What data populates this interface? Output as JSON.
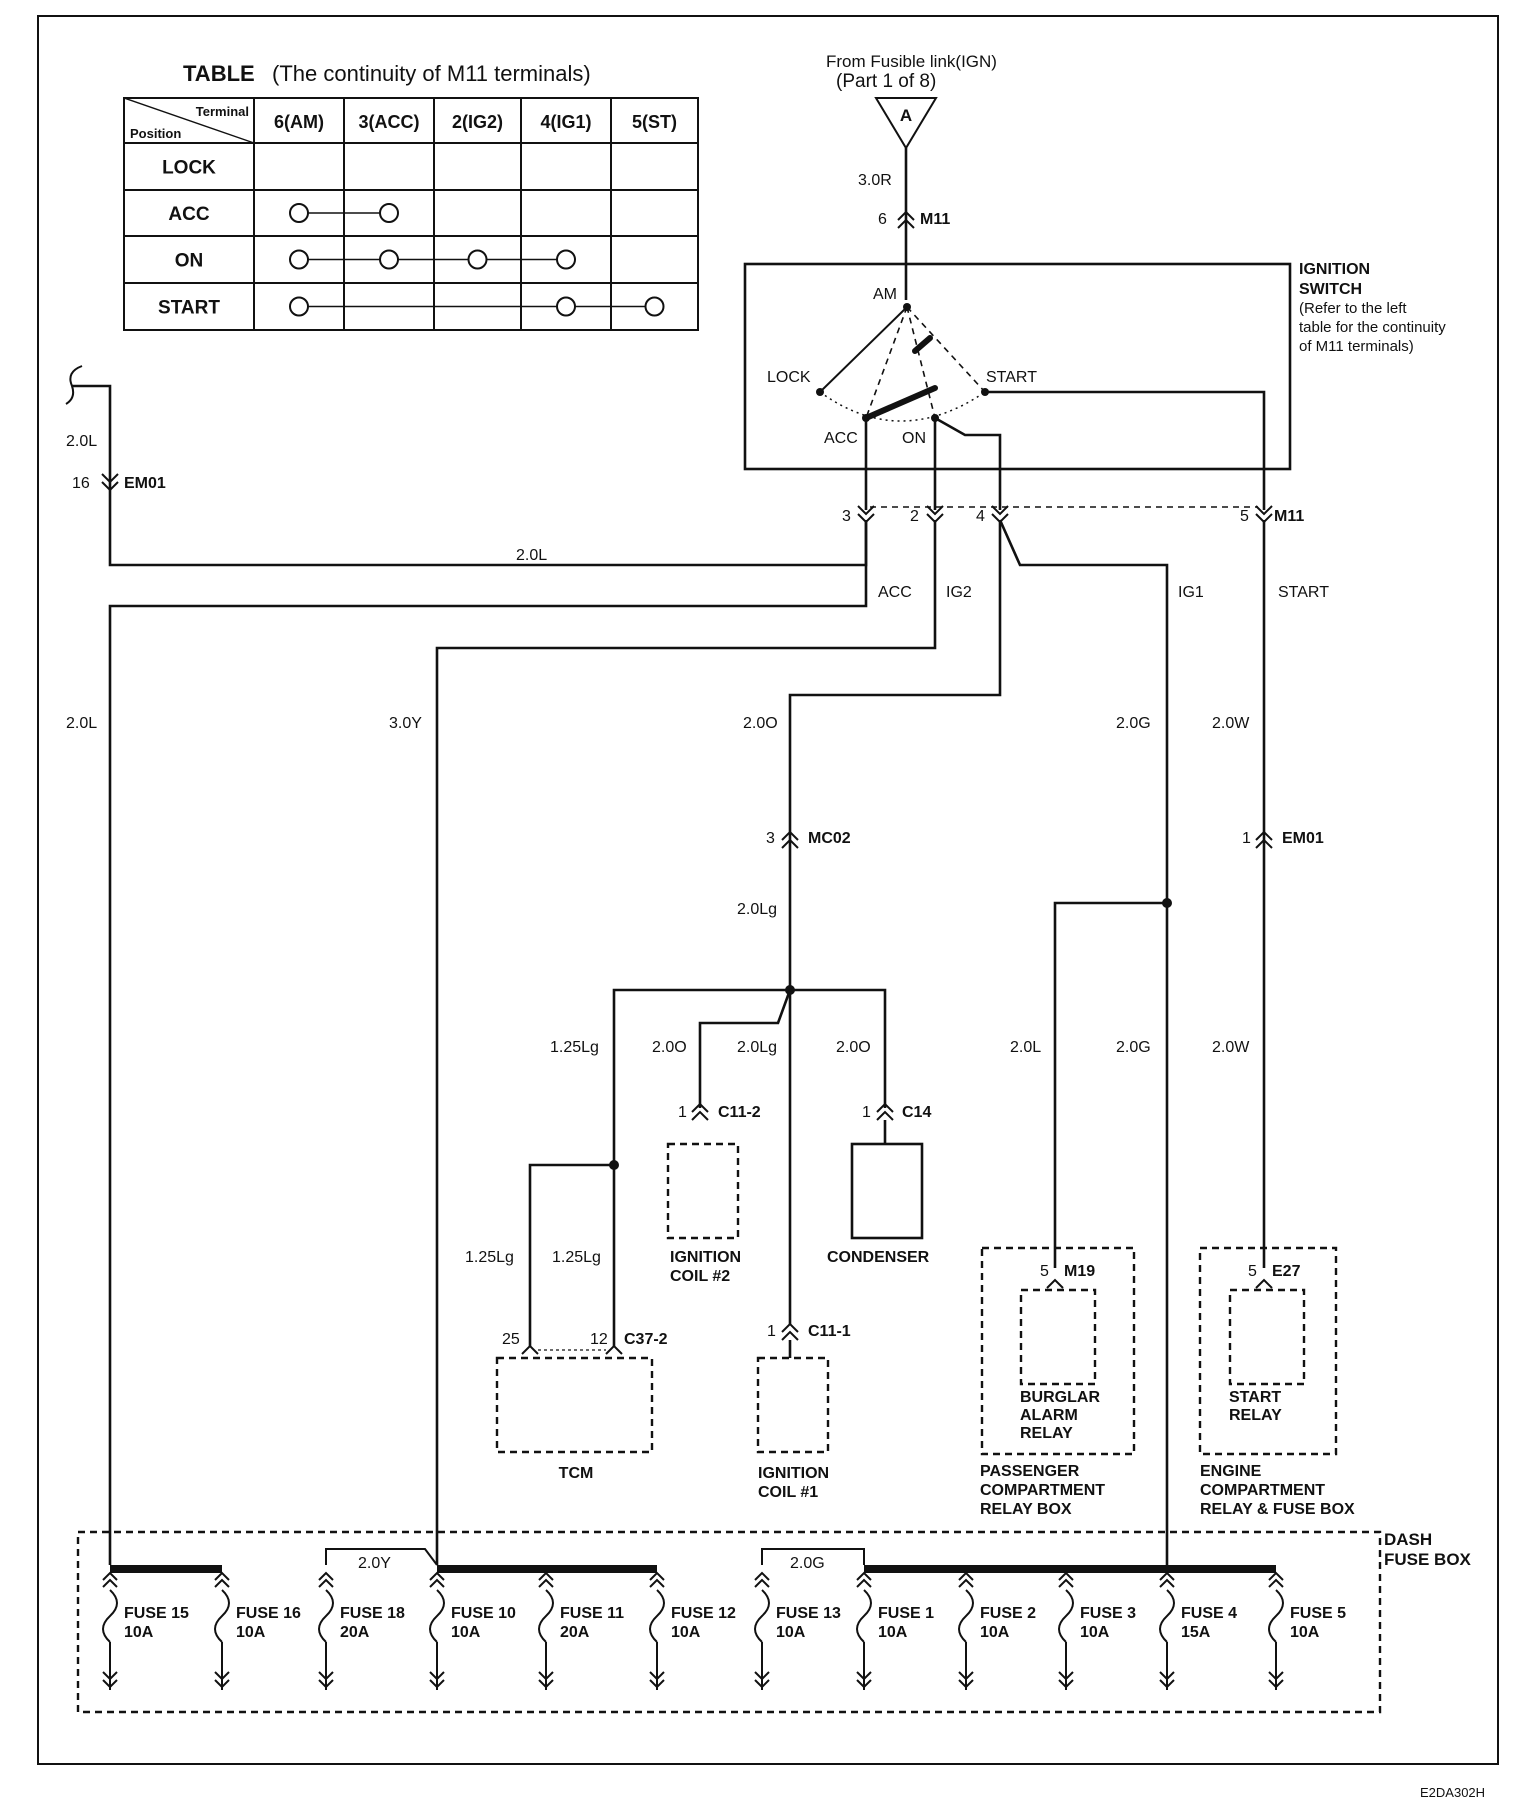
{
  "table": {
    "title": "TABLE",
    "title_sub": "(The continuity of M11 terminals)",
    "corner_top": "Terminal",
    "corner_bottom": "Position",
    "columns": [
      "6(AM)",
      "3(ACC)",
      "2(IG2)",
      "4(IG1)",
      "5(ST)"
    ],
    "rows": [
      {
        "label": "LOCK",
        "on": []
      },
      {
        "label": "ACC",
        "on": [
          0,
          1
        ]
      },
      {
        "label": "ON",
        "on": [
          0,
          1,
          2,
          3
        ]
      },
      {
        "label": "START",
        "on": [
          0,
          3,
          4
        ]
      }
    ]
  },
  "source": {
    "line1": "From Fusible link(IGN)",
    "line2": "(Part 1  of 8)",
    "marker": "A"
  },
  "switch": {
    "name_l1": "IGNITION",
    "name_l2": "SWITCH",
    "note_l1": "(Refer to the left",
    "note_l2": "table for the continuity",
    "note_l3": "of M11 terminals)",
    "am": "AM",
    "lock": "LOCK",
    "acc": "ACC",
    "on": "ON",
    "start": "START"
  },
  "wires": {
    "w_30r": "3.0R",
    "w_20l_left": "2.0L",
    "w_20l_mid": "2.0L",
    "w_20l_down": "2.0L",
    "w_30y": "3.0Y",
    "w_20o": "2.0O",
    "w_20lg": "2.0Lg",
    "w_20g": "2.0G",
    "w_20w": "2.0W",
    "w_125lg_a": "1.25Lg",
    "w_20o_b": "2.0O",
    "w_20lg_b": "2.0Lg",
    "w_20o_c": "2.0O",
    "w_20l_b": "2.0L",
    "w_20g_b": "2.0G",
    "w_20w_b": "2.0W",
    "w_125lg_b": "1.25Lg",
    "w_125lg_c": "1.25Lg",
    "w_20y_bus": "2.0Y",
    "w_20g_bus": "2.0G"
  },
  "signals": {
    "acc": "ACC",
    "ig2": "IG2",
    "ig1": "IG1",
    "start": "START"
  },
  "connectors": {
    "m11_top": {
      "pin": "6",
      "name": "M11"
    },
    "em01_left": {
      "pin": "16",
      "name": "EM01"
    },
    "m11_3": "3",
    "m11_2": "2",
    "m11_4": "4",
    "m11_5": {
      "pin": "5",
      "name": "M11"
    },
    "mc02": {
      "pin": "3",
      "name": "MC02"
    },
    "em01_right": {
      "pin": "1",
      "name": "EM01"
    },
    "c11_2": {
      "pin": "1",
      "name": "C11-2"
    },
    "c14": {
      "pin": "1",
      "name": "C14"
    },
    "c11_1": {
      "pin": "1",
      "name": "C11-1"
    },
    "c37_2": {
      "pin_a": "25",
      "pin_b": "12",
      "name": "C37-2"
    },
    "m19": {
      "pin": "5",
      "name": "M19"
    },
    "e27": {
      "pin": "5",
      "name": "E27"
    }
  },
  "components": {
    "coil2_l1": "IGNITION",
    "coil2_l2": "COIL #2",
    "condenser": "CONDENSER",
    "tcm": "TCM",
    "coil1_l1": "IGNITION",
    "coil1_l2": "COIL #1",
    "burglar_l1": "BURGLAR",
    "burglar_l2": "ALARM",
    "burglar_l3": "RELAY",
    "pcrb_l1": "PASSENGER",
    "pcrb_l2": "COMPARTMENT",
    "pcrb_l3": "RELAY BOX",
    "start_l1": "START",
    "start_l2": "RELAY",
    "ecrfb_l1": "ENGINE",
    "ecrfb_l2": "COMPARTMENT",
    "ecrfb_l3": "RELAY & FUSE BOX",
    "dash_l1": "DASH",
    "dash_l2": "FUSE BOX"
  },
  "fuses": [
    {
      "name": "FUSE 15",
      "rating": "10A"
    },
    {
      "name": "FUSE 16",
      "rating": "10A"
    },
    {
      "name": "FUSE 18",
      "rating": "20A"
    },
    {
      "name": "FUSE 10",
      "rating": "10A"
    },
    {
      "name": "FUSE 11",
      "rating": "20A"
    },
    {
      "name": "FUSE 12",
      "rating": "10A"
    },
    {
      "name": "FUSE 13",
      "rating": "10A"
    },
    {
      "name": "FUSE 1",
      "rating": "10A"
    },
    {
      "name": "FUSE 2",
      "rating": "10A"
    },
    {
      "name": "FUSE 3",
      "rating": "10A"
    },
    {
      "name": "FUSE 4",
      "rating": "15A"
    },
    {
      "name": "FUSE 5",
      "rating": "10A"
    }
  ],
  "diagram_code": "E2DA302H"
}
